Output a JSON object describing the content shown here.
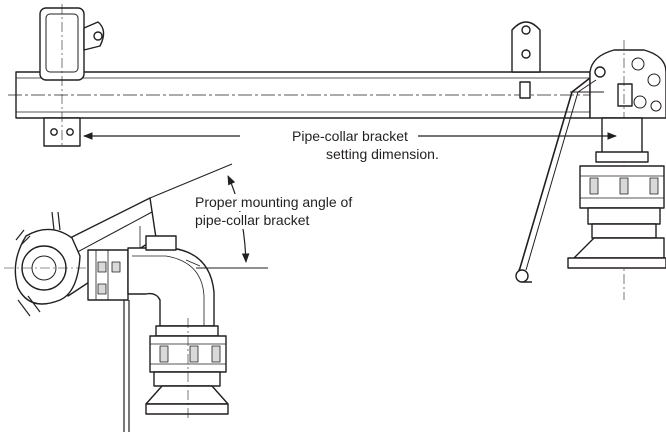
{
  "annotations": {
    "collar_setting_line1": "Pipe-collar bracket",
    "collar_setting_line2": "setting dimension.",
    "mounting_angle_line1": "Proper mounting angle of",
    "mounting_angle_line2": "pipe-collar bracket"
  },
  "colors": {
    "line": "#231f20",
    "fill": "#ffffff",
    "shade": "#d9d9d9"
  }
}
